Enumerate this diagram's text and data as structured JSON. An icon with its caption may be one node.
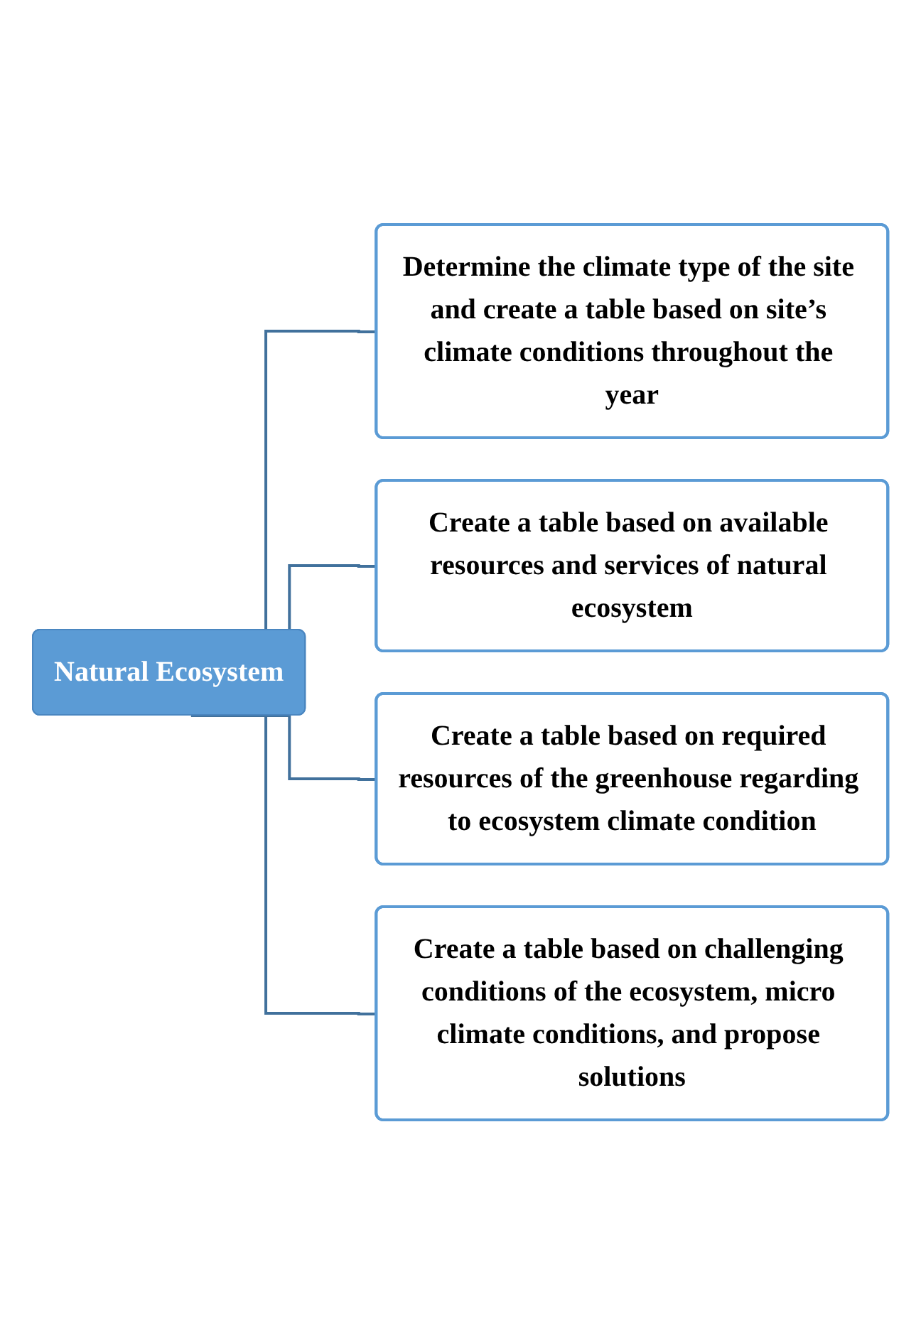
{
  "diagram": {
    "nodes": [
      {
        "text": [
          "Natural Ecosystem"
        ]
      },
      {
        "text": [
          "Determine the climate type of the site and create a table based on site’s climate conditions throughout the year"
        ]
      },
      {
        "text": [
          "Create a table based on available resources and services of natural ecosystem"
        ]
      },
      {
        "text": [
          "Create a table based on required resources of the greenhouse regarding to ecosystem climate condition"
        ]
      },
      {
        "text": [
          "Create a table based on challenging conditions of the ecosystem, micro climate conditions, and propose solutions"
        ]
      }
    ],
    "edges": [
      {
        "from": 0,
        "to": 1,
        "arrow": "none"
      },
      {
        "from": 0,
        "to": 2,
        "arrow": "none"
      },
      {
        "from": 0,
        "to": 3,
        "arrow": "none"
      },
      {
        "from": 0,
        "to": 4,
        "arrow": "none"
      }
    ]
  }
}
